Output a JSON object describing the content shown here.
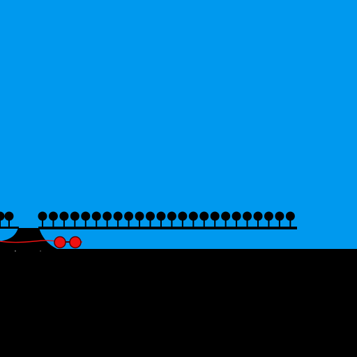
{
  "scene": {
    "sky_color": "#0099ee",
    "ground_color": "#000000",
    "track_color": "#000000",
    "vehicle_color": "#ee1111",
    "vehicle_outline": "#550000",
    "tree_color": "#000000",
    "tree_count_left_cluster": 2,
    "tree_count_right_row": 24,
    "vehicle_wheel_count": 2,
    "icons": {
      "tree": "tree-icon",
      "wheel": "wheel-icon",
      "ground": "ground-block"
    }
  }
}
